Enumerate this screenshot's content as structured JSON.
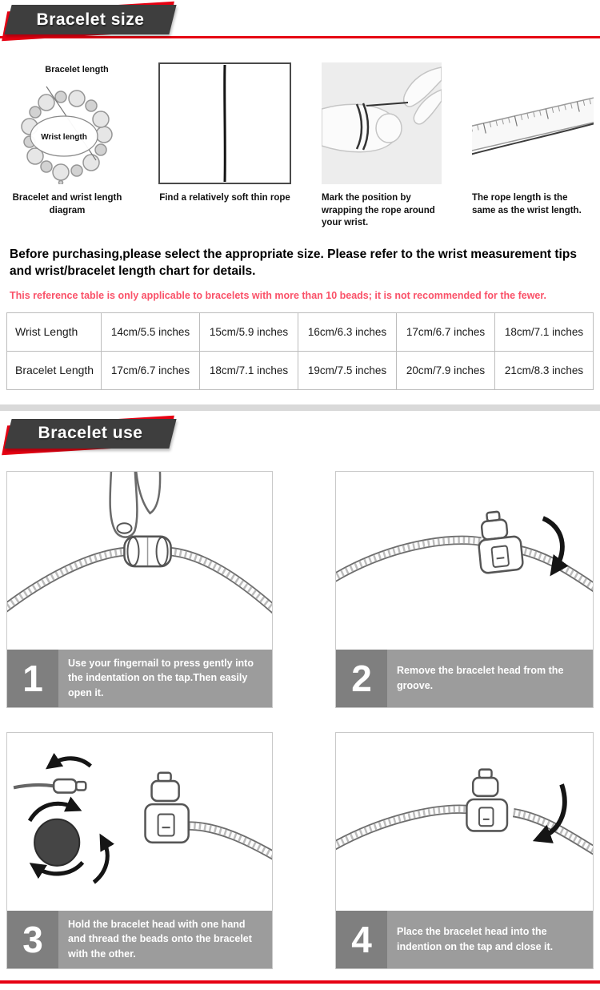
{
  "theme": {
    "accent_red": "#e60012",
    "warning_pink": "#fa5168",
    "ribbon_dark": "#3e3e3e",
    "step_bar": "#9c9c9c",
    "step_num_bg": "#7f7f7f",
    "divider_gray": "#d9d9d9"
  },
  "header_size": {
    "title": "Bracelet size"
  },
  "header_use": {
    "title": "Bracelet use"
  },
  "measurement_steps": [
    {
      "caption": "Bracelet and wrist length diagram",
      "labels": {
        "bracelet_length": "Bracelet length",
        "wrist_length": "Wrist length"
      }
    },
    {
      "caption": "Find a relatively soft thin rope"
    },
    {
      "caption": "Mark the position by wrapping the rope around your wrist."
    },
    {
      "caption": "The rope length is the same as the wrist length."
    }
  ],
  "intro": {
    "text": "Before purchasing,please select the appropriate size. Please refer to the wrist measurement tips and wrist/bracelet length chart for details.",
    "warning": "This reference table is only applicable to bracelets with more than 10 beads; it is not recommended for the fewer."
  },
  "size_table": {
    "rows": [
      {
        "label": "Wrist Length",
        "values": [
          "14cm/5.5 inches",
          "15cm/5.9 inches",
          "16cm/6.3 inches",
          "17cm/6.7 inches",
          "18cm/7.1 inches"
        ]
      },
      {
        "label": "Bracelet Length",
        "values": [
          "17cm/6.7 inches",
          "18cm/7.1 inches",
          "19cm/7.5 inches",
          "20cm/7.9 inches",
          "21cm/8.3 inches"
        ]
      }
    ]
  },
  "use_steps": [
    {
      "number": "1",
      "text": "Use your fingernail to press gently into the indentation on the tap.Then easily open it."
    },
    {
      "number": "2",
      "text": "Remove the bracelet head from the groove."
    },
    {
      "number": "3",
      "text": "Hold the bracelet head with one hand and thread the beads onto the bracelet with the other."
    },
    {
      "number": "4",
      "text": "Place the bracelet head into the indention on the tap and close it."
    }
  ]
}
